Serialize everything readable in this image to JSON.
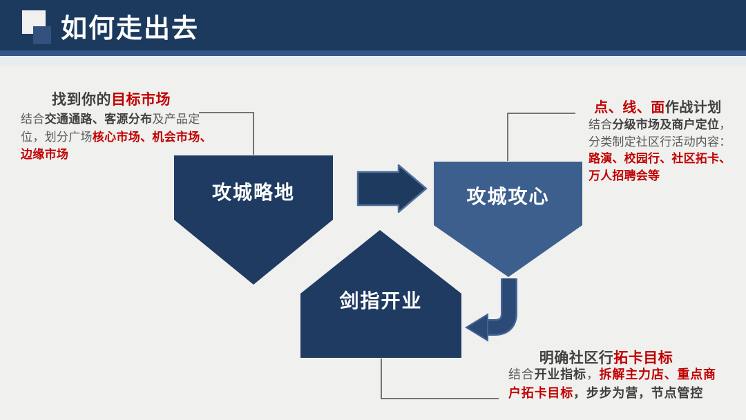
{
  "header": {
    "title": "如何走出去"
  },
  "steps": [
    {
      "label": "攻城略地",
      "shape": "pentagon-point-down",
      "color": "#1F3B61"
    },
    {
      "label": "攻城攻心",
      "shape": "pentagon-point-down",
      "color": "#3D5F8E"
    },
    {
      "label": "剑指开业",
      "shape": "pentagon-point-up",
      "color": "#1F3B61"
    }
  ],
  "annotations": {
    "top_left": {
      "heading": [
        {
          "t": "找到你的"
        },
        {
          "t": "目标市场"
        }
      ],
      "lines": [
        [
          {
            "t": "结合"
          },
          {
            "t": "交通通路、客源分布"
          },
          {
            "t": "及产品定"
          }
        ],
        [
          {
            "t": "位，划分广场"
          },
          {
            "t": "核心市场、机会市场、"
          }
        ],
        [
          {
            "t": "边缘市场"
          }
        ]
      ]
    },
    "top_right": {
      "heading": [
        {
          "t": "点、线、面"
        },
        {
          "t": "作战计划"
        }
      ],
      "lines": [
        [
          {
            "t": "结合"
          },
          {
            "t": "分级市场及商户定位"
          },
          {
            "t": "，"
          }
        ],
        [
          {
            "t": "分类制定社区行活动内容："
          }
        ],
        [
          {
            "t": "路演、校园行、社区拓卡、"
          }
        ],
        [
          {
            "t": "万人招聘会等"
          }
        ]
      ]
    },
    "bottom_right": {
      "heading": [
        {
          "t": "明确社区行"
        },
        {
          "t": "拓卡目标"
        }
      ],
      "lines": [
        [
          {
            "t": "结合"
          },
          {
            "t": "开业指标"
          },
          {
            "t": "，"
          },
          {
            "t": "拆解主力店、重点商"
          }
        ],
        [
          {
            "t": "户拓卡目标"
          },
          {
            "t": "，步步为营，节点管控"
          }
        ]
      ]
    }
  },
  "icons": [
    {
      "name": "overlapping-squares-icon",
      "meaning": "title bullet decoration"
    },
    {
      "name": "block-arrow-right-icon",
      "meaning": "flow step1 to step2"
    },
    {
      "name": "elbow-arrow-down-left-icon",
      "meaning": "flow step2 to step3"
    }
  ],
  "colors": {
    "header_bg": "#1C3A5E",
    "accent_strip": "#33558A",
    "body_bg": "#F0F0EE",
    "shape_dark_navy": "#1F3B61",
    "shape_medium_blue": "#3D5F8E",
    "arrow_fill": "#1E3A5F",
    "arrow_edge": "#4F6E9C",
    "elbow_arrow": "#2B4A76",
    "connector_line": "#4A4A4A",
    "text_dark": "#404040",
    "text_gray": "#595959",
    "text_red": "#C00000",
    "title_text": "#FFFFFF"
  }
}
